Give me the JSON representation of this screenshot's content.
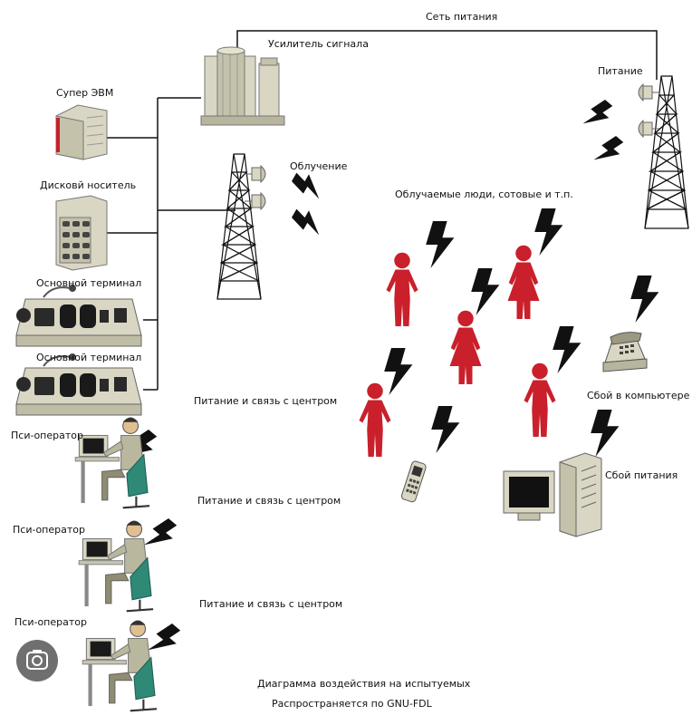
{
  "labels": {
    "power_network": "Сеть питания",
    "amplifier": "Усилитель сигнала",
    "super_computer": "Супер ЭВМ",
    "disk_storage": "Дисковй носитель",
    "main_terminal_1": "Основной терминал",
    "main_terminal_2": "Основной терминал",
    "irradiation": "Облучение",
    "power": "Питание",
    "irradiated_people": "Облучаемые люди, сотовые и т.п.",
    "psi_power_link_1": "Питание и связь с центром",
    "psi_power_link_2": "Питание и связь с центром",
    "psi_power_link_3": "Питание и связь с центром",
    "psi_operator_1": "Пси-оператор",
    "psi_operator_2": "Пси-оператор",
    "psi_operator_3": "Пси-оператор",
    "computer_failure": "Сбой в компьютере",
    "power_failure": "Сбой питания",
    "caption_line1": "Диаграмма воздействия на испытуемых",
    "caption_line2": "Распространяется по GNU-FDL"
  },
  "colors": {
    "equipment": "#d9d6c3",
    "equipment_dark": "#a9a690",
    "person": "#c9202c",
    "bolt": "#111111",
    "line": "#111111",
    "operator_shirt": "#b9b89f",
    "chair": "#2e8a76"
  }
}
